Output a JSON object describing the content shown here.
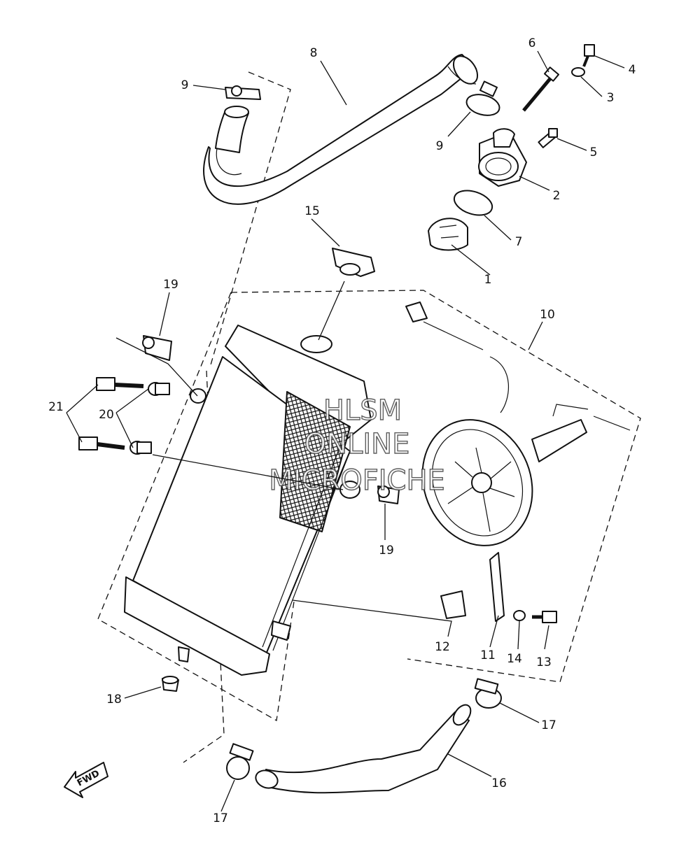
{
  "callouts": [
    {
      "id": "c1",
      "text": "1"
    },
    {
      "id": "c2",
      "text": "2"
    },
    {
      "id": "c3",
      "text": "3"
    },
    {
      "id": "c4",
      "text": "4"
    },
    {
      "id": "c5",
      "text": "5"
    },
    {
      "id": "c6",
      "text": "6"
    },
    {
      "id": "c7",
      "text": "7"
    },
    {
      "id": "c8",
      "text": "8"
    },
    {
      "id": "c9a",
      "text": "9"
    },
    {
      "id": "c9b",
      "text": "9"
    },
    {
      "id": "c10",
      "text": "10"
    },
    {
      "id": "c11",
      "text": "11"
    },
    {
      "id": "c12",
      "text": "12"
    },
    {
      "id": "c13",
      "text": "13"
    },
    {
      "id": "c14",
      "text": "14"
    },
    {
      "id": "c15",
      "text": "15"
    },
    {
      "id": "c16",
      "text": "16"
    },
    {
      "id": "c17a",
      "text": "17"
    },
    {
      "id": "c17b",
      "text": "17"
    },
    {
      "id": "c18",
      "text": "18"
    },
    {
      "id": "c19a",
      "text": "19"
    },
    {
      "id": "c19b",
      "text": "19"
    },
    {
      "id": "c20",
      "text": "20"
    },
    {
      "id": "c21",
      "text": "21"
    }
  ],
  "watermark": {
    "line1": "HLSM",
    "line2": "ONLINE",
    "line3": "MICROFICHE"
  },
  "direction_arrow": {
    "label": "FWD"
  }
}
